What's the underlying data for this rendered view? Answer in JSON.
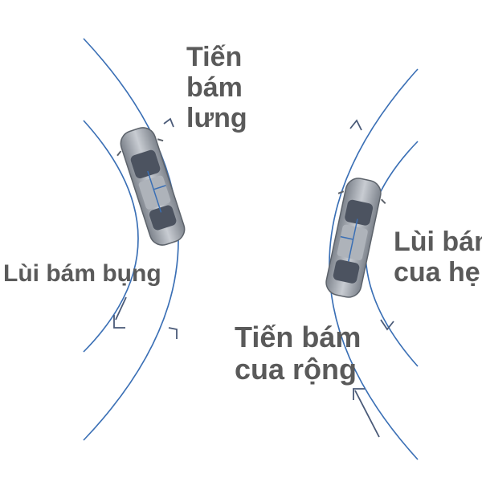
{
  "labels": {
    "tien_bam_lung": [
      "Tiến",
      "bám",
      "lưng"
    ],
    "lui_bam_bung": [
      "Lùi bám bụng"
    ],
    "lui_bam_cua_hep": [
      "Lùi bám",
      "cua hẹp"
    ],
    "tien_bam_cua_rong": [
      "Tiến bám",
      "cua rộng"
    ]
  },
  "colors": {
    "curve": "#3a6fb5",
    "arrow": "#4a5a78",
    "text": "#5a5a5a",
    "car_body": "#9aa0a8"
  }
}
